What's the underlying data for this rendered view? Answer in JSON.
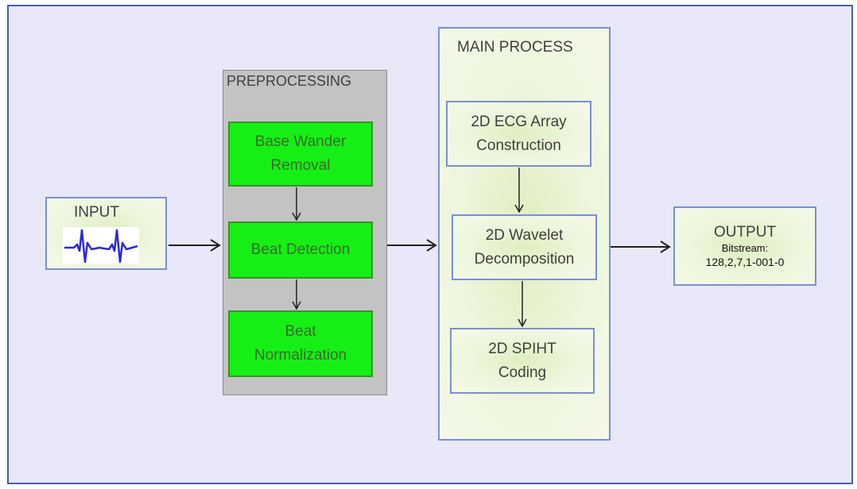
{
  "input": {
    "label": "INPUT",
    "icon": "ecg-waveform-icon"
  },
  "preprocessing": {
    "title": "PREPROCESSING",
    "steps": [
      {
        "line1": "Base Wander",
        "line2": "Removal"
      },
      {
        "line1": "Beat Detection",
        "line2": ""
      },
      {
        "line1": "Beat",
        "line2": "Normalization"
      }
    ]
  },
  "main_process": {
    "title": "MAIN PROCESS",
    "steps": [
      {
        "line1": "2D ECG Array",
        "line2": "Construction"
      },
      {
        "line1": "2D Wavelet",
        "line2": "Decomposition"
      },
      {
        "line1": "2D SPIHT",
        "line2": "Coding"
      }
    ]
  },
  "output": {
    "label": "OUTPUT",
    "sub1": "Bitstream:",
    "sub2": "128,2,7,1-001-0"
  },
  "colors": {
    "frame_border": "#4a5db8",
    "frame_fill": "#e8e8f8",
    "step_green": "#16ef16",
    "preprocessing_fill": "#c3c3c3",
    "waveform": "#2a2ad0"
  }
}
